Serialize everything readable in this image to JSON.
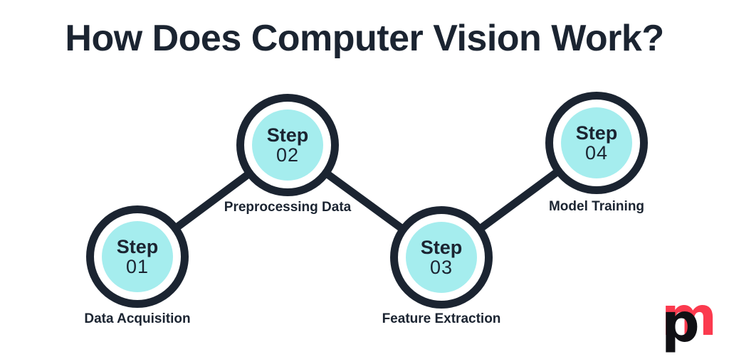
{
  "title": "How Does Computer Vision Work?",
  "steps": [
    {
      "label": "Step",
      "number": "01",
      "caption": "Data Acquisition"
    },
    {
      "label": "Step",
      "number": "02",
      "caption": "Preprocessing Data"
    },
    {
      "label": "Step",
      "number": "03",
      "caption": "Feature Extraction"
    },
    {
      "label": "Step",
      "number": "04",
      "caption": "Model Training"
    }
  ],
  "logo": {
    "letter_front": "p",
    "letter_back": "m"
  },
  "colors": {
    "ink": "#1b2431",
    "circle_fill": "#a5edee",
    "logo_red": "#fb3a4e",
    "logo_black": "#101014",
    "background": "#ffffff"
  }
}
